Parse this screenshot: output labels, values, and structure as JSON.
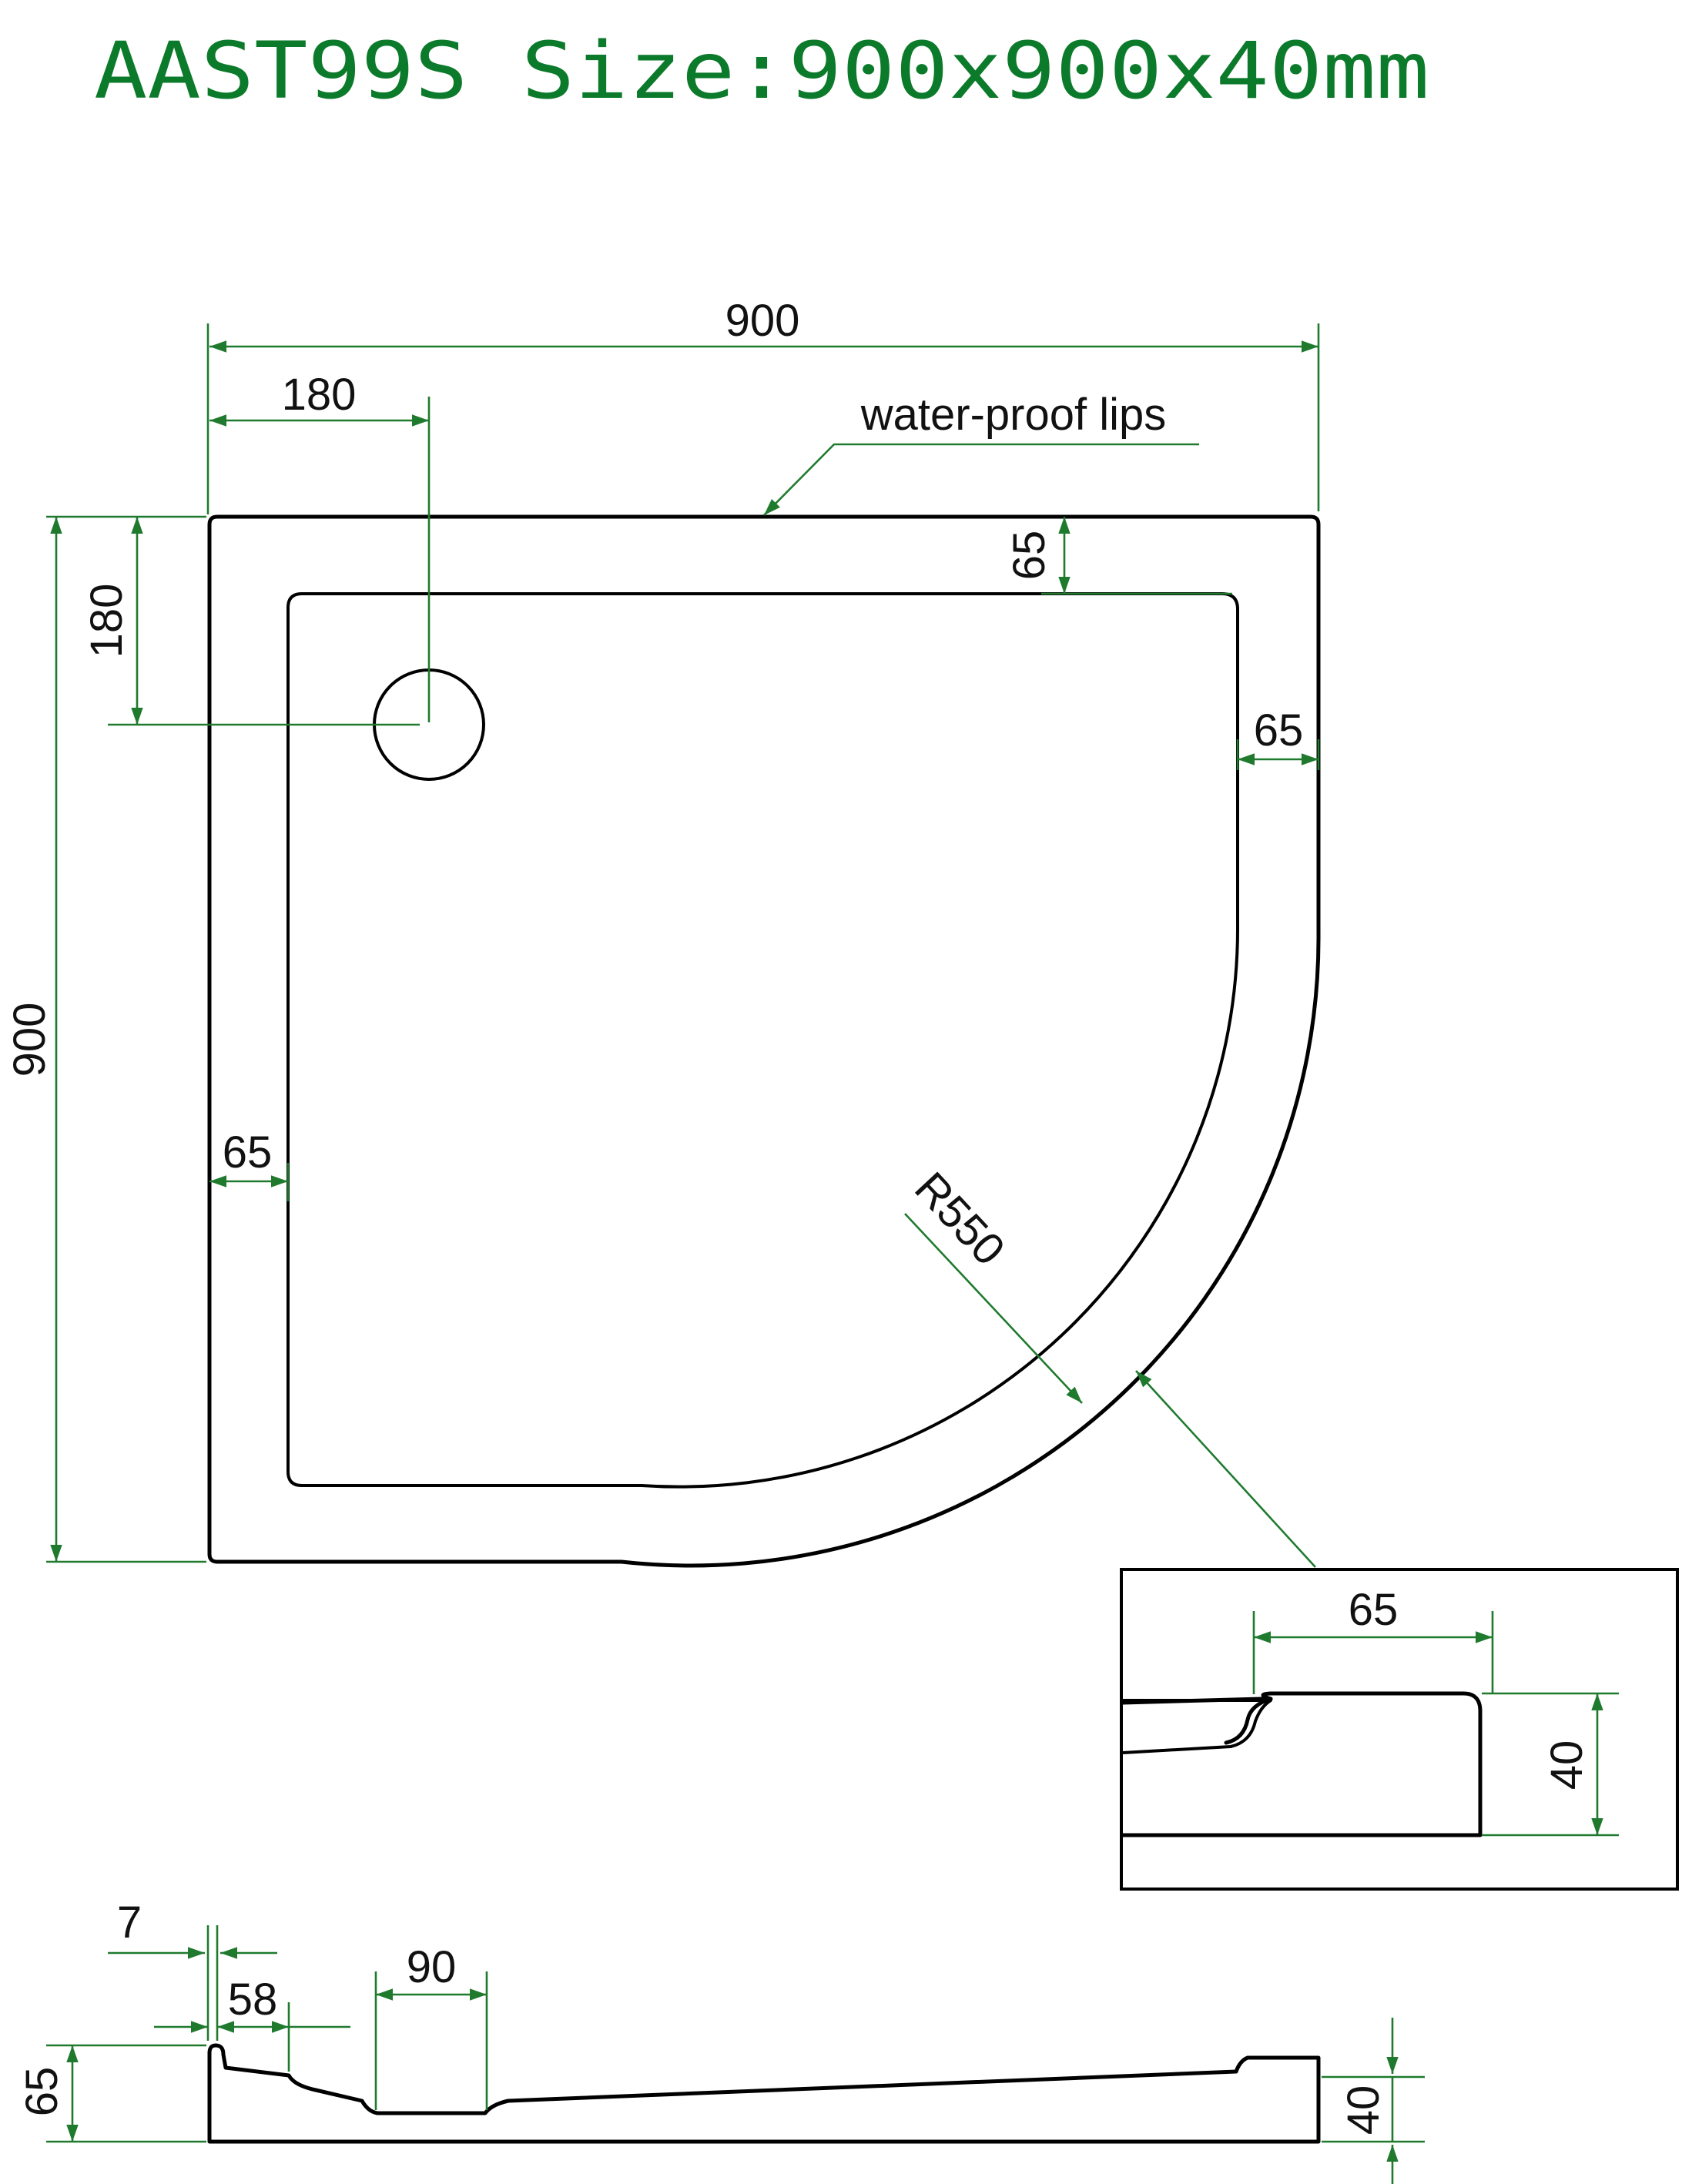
{
  "title": "AAST99S Size:900x900x40mm",
  "colors": {
    "title": "#0b7a2a",
    "dimension_line": "#1f7a2e",
    "outline": "#000000",
    "text": "#111111"
  },
  "plan_view": {
    "overall_width": "900",
    "overall_depth": "900",
    "drain_offset_x": "180",
    "drain_offset_y": "180",
    "lip_top": "65",
    "lip_right": "65",
    "lip_left": "65",
    "radius": "R550",
    "callout": "water-proof lips"
  },
  "detail_view": {
    "lip_width": "65",
    "height": "40"
  },
  "side_view": {
    "rim_thickness": "7",
    "step_width": "58",
    "channel_width": "90",
    "rim_height": "65",
    "tray_height": "40"
  }
}
